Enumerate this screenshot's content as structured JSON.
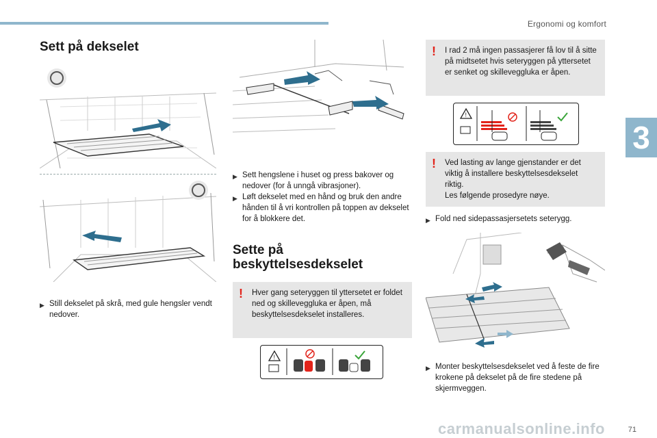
{
  "header": {
    "section": "Ergonomi og komfort"
  },
  "chapter": {
    "number": "3"
  },
  "col1": {
    "heading": "Sett på dekselet",
    "step": "Still dekselet på skrå, med gule hengsler vendt nedover."
  },
  "col2": {
    "steps": [
      "Sett hengslene i huset og press bakover og nedover (for å unngå vibrasjoner).",
      "Løft dekselet med en hånd og bruk den andre hånden til å vri kontrollen på toppen av dekselet for å blokkere det."
    ],
    "heading_line1": "Sette på",
    "heading_line2": "beskyttelsesdekselet",
    "warning": "Hver gang seteryggen til yttersetet er foldet ned og skilleveggluka er åpen, må beskyttelsesdekselet installeres."
  },
  "col3": {
    "warning1": "I rad 2 må ingen passasjerer få lov til å sitte på midtsetet hvis seteryggen på yttersetet er senket og skilleveggluka er åpen.",
    "warning2_line1": "Ved lasting av lange gjenstander er det viktig å installere beskyttelsesdekselet riktig.",
    "warning2_line2": "Les følgende prosedyre nøye.",
    "step1": "Fold ned sidepassasjersetets seterygg.",
    "step2": "Monter beskyttelsesdekselet ved å feste de fire krokene på dekselet på de fire stedene på skjermveggen."
  },
  "page": {
    "number": "71"
  },
  "footer": {
    "watermark": "carmanualsonline.info"
  },
  "colors": {
    "accent": "#8fb6cc",
    "warning": "#e2231a",
    "arrow": "#2e6e8e"
  }
}
